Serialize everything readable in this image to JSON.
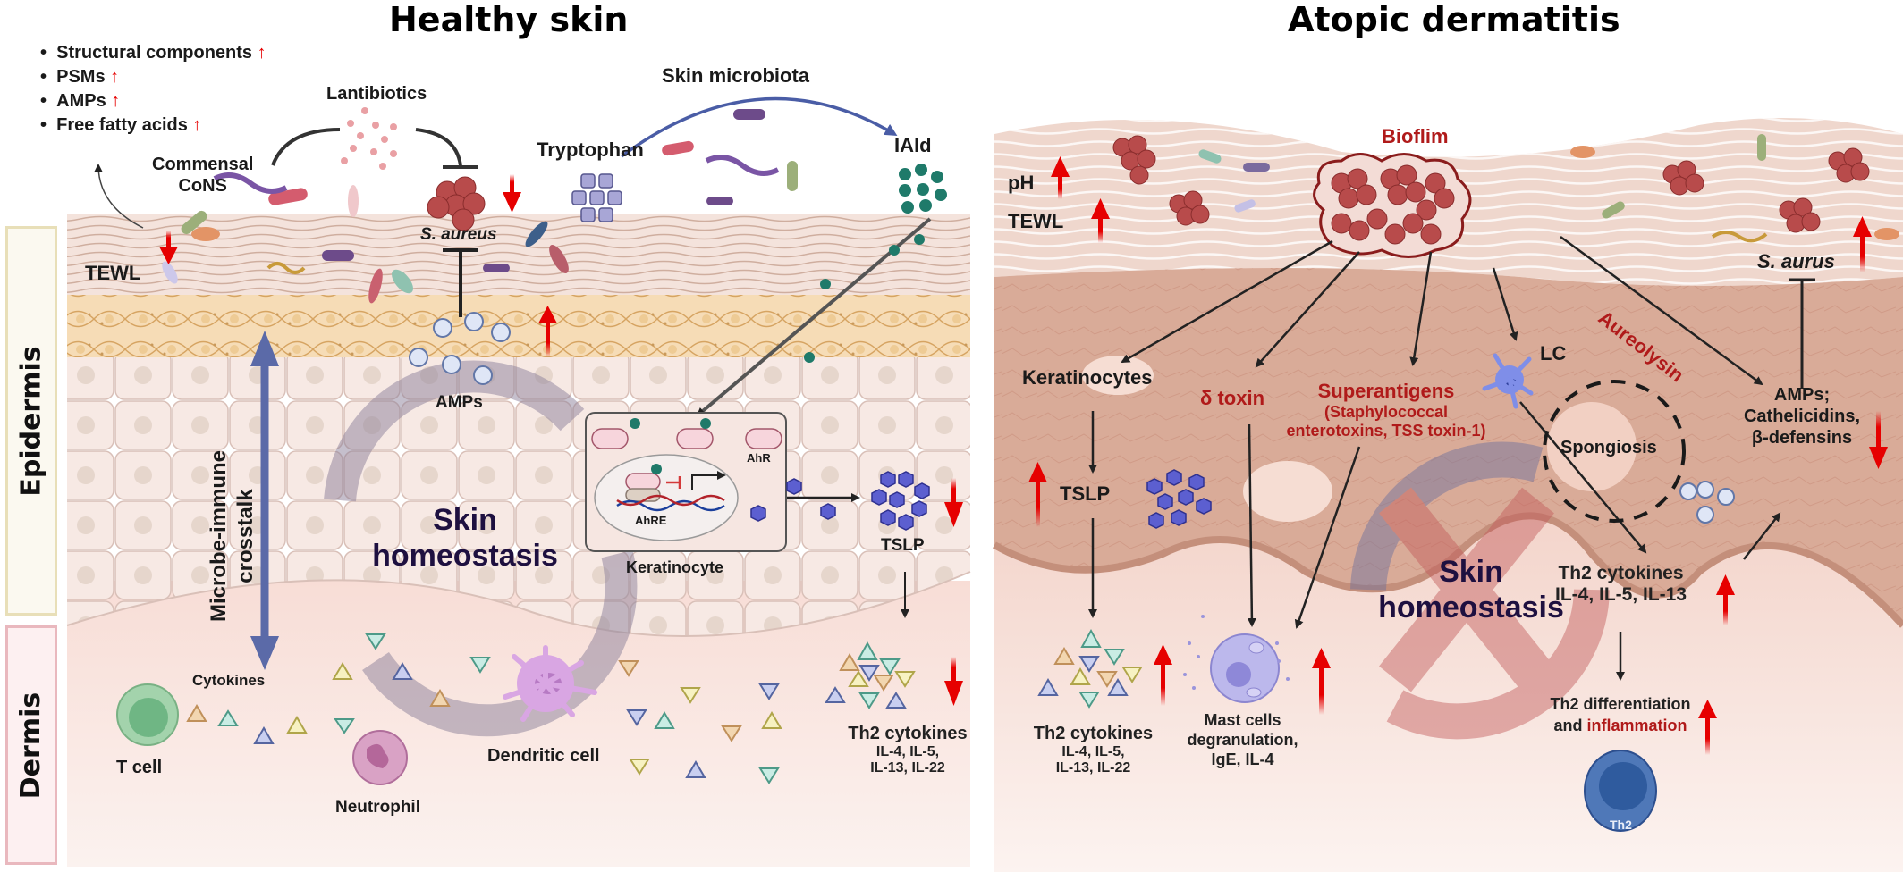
{
  "figure": {
    "left_panel": {
      "title": "Healthy skin",
      "bullets": [
        {
          "text": "Structural components",
          "trend": "↑"
        },
        {
          "text": "PSMs",
          "trend": "↑"
        },
        {
          "text": "AMPs",
          "trend": "↑"
        },
        {
          "text": "Free fatty acids",
          "trend": "↑"
        }
      ],
      "labels": {
        "lantibiotics": "Lantibiotics",
        "commensal": "Commensal",
        "cons": "CoNS",
        "s_aureus": "S. aureus",
        "tewl": "TEWL",
        "skin_microbiota": "Skin microbiota",
        "tryptophan": "Tryptophan",
        "iald": "IAld",
        "amps": "AMPs",
        "crosstalk_line1": "Microbe-immune",
        "crosstalk_line2": "crosstalk",
        "homeostasis_line1": "Skin",
        "homeostasis_line2": "homeostasis",
        "ahr": "AhR",
        "ahre": "AhRE",
        "keratinocyte": "Keratinocyte",
        "tslp": "TSLP",
        "th2_cytokines": "Th2 cytokines",
        "th2_il_line1": "IL-4, IL-5,",
        "th2_il_line2": "IL-13, IL-22",
        "cytokines": "Cytokines",
        "t_cell": "T cell",
        "neutrophil": "Neutrophil",
        "dendritic_cell": "Dendritic cell"
      },
      "trends": {
        "tewl": "down",
        "s_aureus": "down",
        "amps": "up",
        "tslp": "down",
        "th2_cytokines": "down"
      }
    },
    "side_tabs": {
      "epidermis": "Epidermis",
      "dermis": "Dermis"
    },
    "right_panel": {
      "title": "Atopic dermatitis",
      "labels": {
        "biofilm": "Bioflim",
        "ph": "pH",
        "tewl": "TEWL",
        "keratinocytes": "Keratinocytes",
        "delta_toxin": "δ toxin",
        "superantigens": "Superantigens",
        "superantigens_sub1": "(Staphylococcal",
        "superantigens_sub2": "enterotoxins, TSS toxin-1)",
        "lc": "LC",
        "aureolysin": "Aureolysin",
        "s_aurus": "S. aurus",
        "amps_line1": "AMPs;",
        "amps_line2": "Cathelicidins,",
        "amps_line3": "β-defensins",
        "spongiosis": "Spongiosis",
        "tslp": "TSLP",
        "homeostasis_line1": "Skin",
        "homeostasis_line2": "homeostasis",
        "th2_cytokines_left": "Th2 cytokines",
        "th2_il_left_line1": "IL-4, IL-5,",
        "th2_il_left_line2": "IL-13, IL-22",
        "mast_line1": "Mast cells",
        "mast_line2": "degranulation,",
        "mast_line3": "IgE, IL-4",
        "th2_cytokines_right": "Th2 cytokines",
        "th2_il_right": "IL-4, IL-5, IL-13",
        "th2_diff_line1": "Th2 differentiation",
        "th2_diff_and": "and ",
        "th2_diff_inflammation": "inflammation",
        "th2_cell": "Th2"
      },
      "trends": {
        "ph": "up",
        "tewl": "up",
        "tslp": "up",
        "th2_cytokines_left": "up",
        "mast_cells": "up",
        "s_aurus": "up",
        "amps": "down",
        "th2_cytokines_right": "up",
        "th2_differentiation": "up"
      }
    },
    "colors": {
      "trend_arrow": "#e60000",
      "red_label": "#b01a1a",
      "crosstalk_arrow": "#5b6aa8",
      "homeostasis_text": "#1e1040",
      "tslp_hexagon": "#5c5fd0",
      "iald_dot": "#1f7a6a",
      "epidermis_tab_border": "#e8dfb8",
      "dermis_tab_border": "#e9b8be"
    }
  }
}
